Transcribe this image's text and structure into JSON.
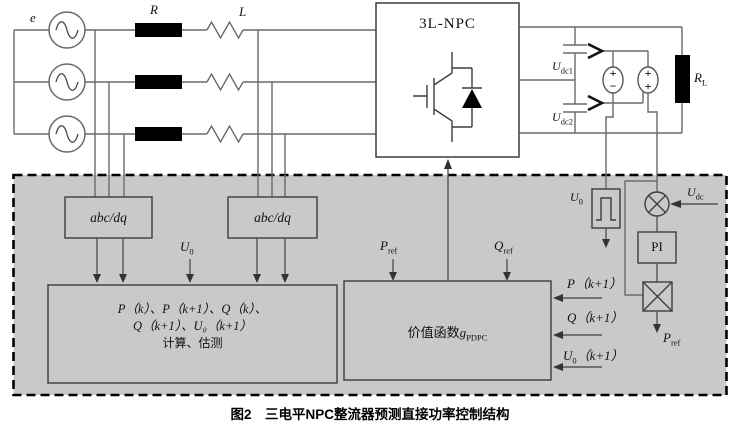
{
  "colors": {
    "panel_fill": "#c9c9c9",
    "wire": "#6a6a6a",
    "block_border": "#3d3d3d",
    "ink": "#111111"
  },
  "caption": "图2　三电平NPC整流器预测直接功率控制结构",
  "power": {
    "source": "e",
    "resistor": "R",
    "inductor": "L",
    "converter": "3L-NPC",
    "udc1": {
      "b": "U",
      "s": "dc1"
    },
    "udc2": {
      "b": "U",
      "s": "dc2"
    },
    "load": {
      "b": "R",
      "s": "L"
    },
    "summer_diff": {
      "top": "+",
      "bottom": "−"
    },
    "summer_sum": {
      "top": "+",
      "bottom": "+"
    }
  },
  "control": {
    "abc_dq": "abc/dq",
    "u0_mid": {
      "b": "U",
      "s": "0"
    },
    "estimator": [
      "P（k）、P（k+1）、Q（k）、",
      "Q（k+1）、U₀（k+1）",
      "计算、估测"
    ],
    "cost": {
      "prefix": "价值函数",
      "b": "g",
      "s": "PDPC"
    },
    "pref_in": {
      "b": "P",
      "s": "ref"
    },
    "qref_in": {
      "b": "Q",
      "s": "ref"
    },
    "in_p": {
      "b": "P",
      "s": "",
      "r": "（k+1）"
    },
    "in_q": {
      "b": "Q",
      "s": "",
      "r": "（k+1）"
    },
    "in_u0": {
      "b": "U",
      "s": "0",
      "r": "（k+1）"
    },
    "hyst": {
      "b": "U",
      "s": "0"
    },
    "udc_ref": {
      "b": "U",
      "s": "dc"
    },
    "pi": "PI",
    "pref_out": {
      "b": "P",
      "s": "ref"
    }
  }
}
